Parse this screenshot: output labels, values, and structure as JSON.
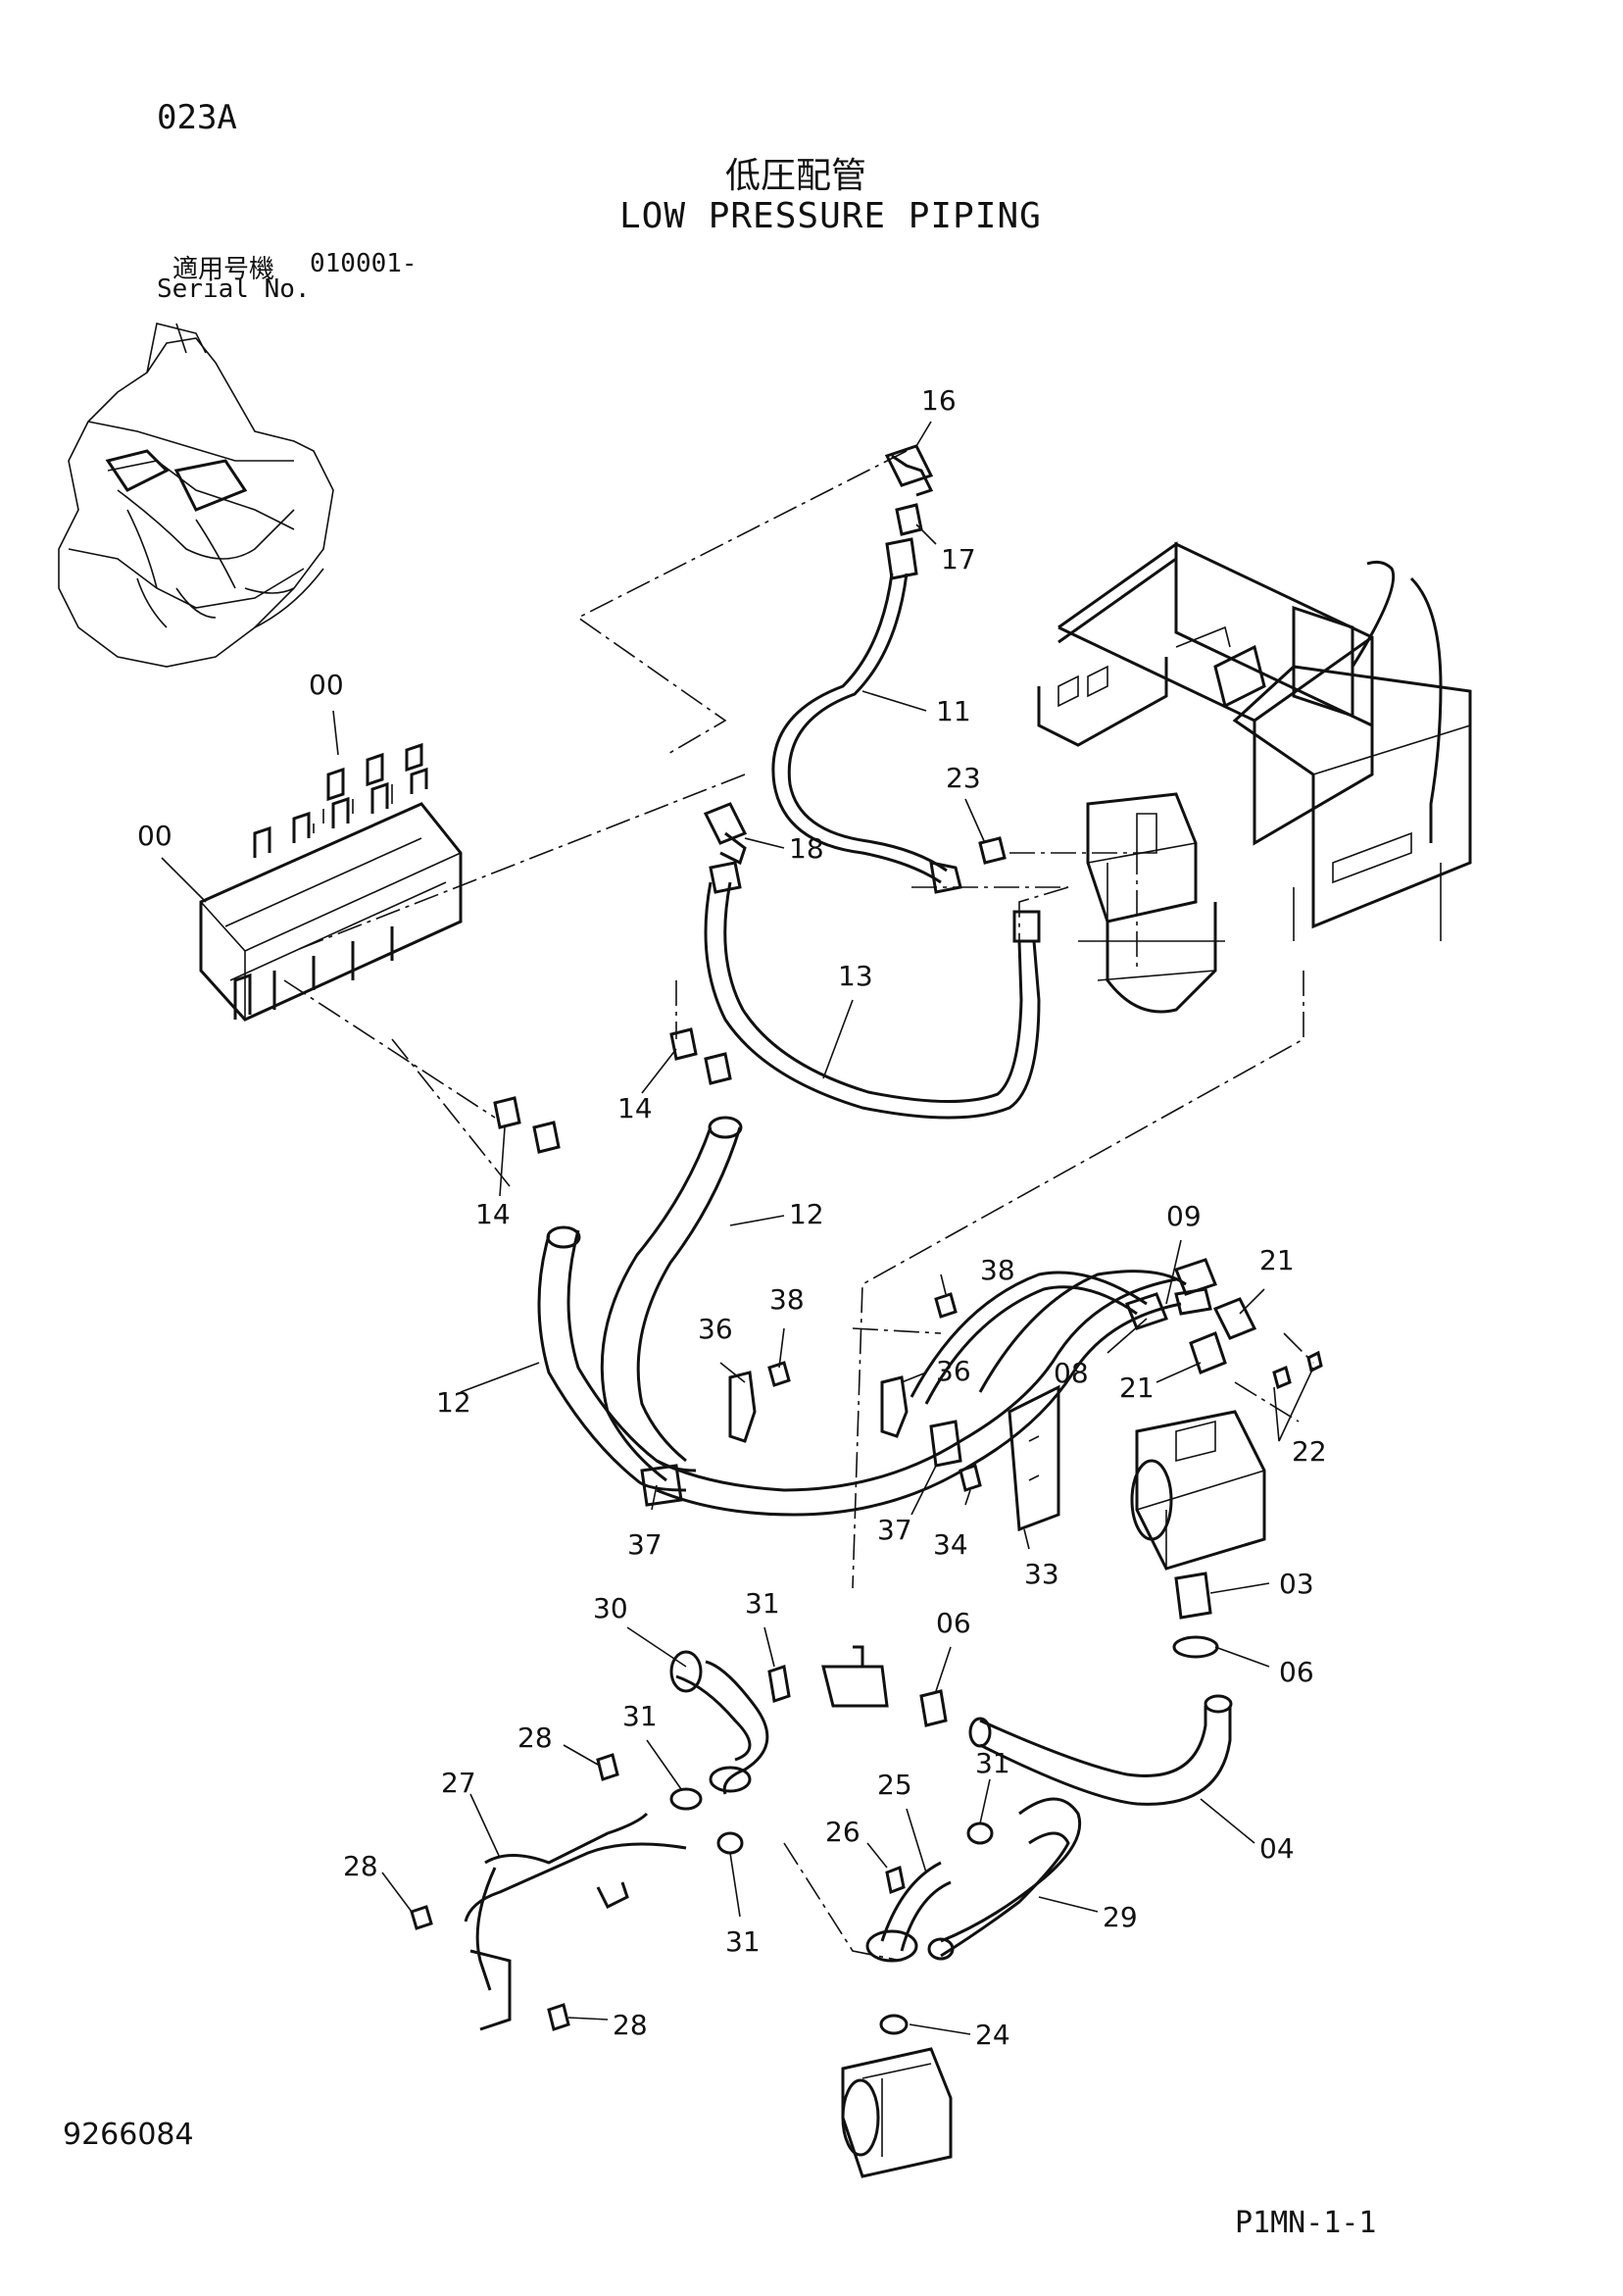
{
  "header": {
    "page_code": "023A",
    "title_jp": "低圧配管",
    "title_en": "LOW PRESSURE PIPING",
    "serial_label_jp": "適用号機",
    "serial_range": "010001-",
    "serial_label_en": "Serial No."
  },
  "footer": {
    "doc_number": "9266084",
    "page_ref": "P1MN-1-1"
  },
  "callouts": [
    "16",
    "17",
    "11",
    "23",
    "18",
    "13",
    "00",
    "00",
    "14",
    "14",
    "12",
    "12",
    "09",
    "21",
    "38",
    "38",
    "36",
    "36",
    "08",
    "21",
    "22",
    "37",
    "37",
    "34",
    "33",
    "03",
    "06",
    "06",
    "30",
    "31",
    "31",
    "31",
    "31",
    "28",
    "28",
    "28",
    "27",
    "25",
    "26",
    "29",
    "04",
    "24"
  ]
}
